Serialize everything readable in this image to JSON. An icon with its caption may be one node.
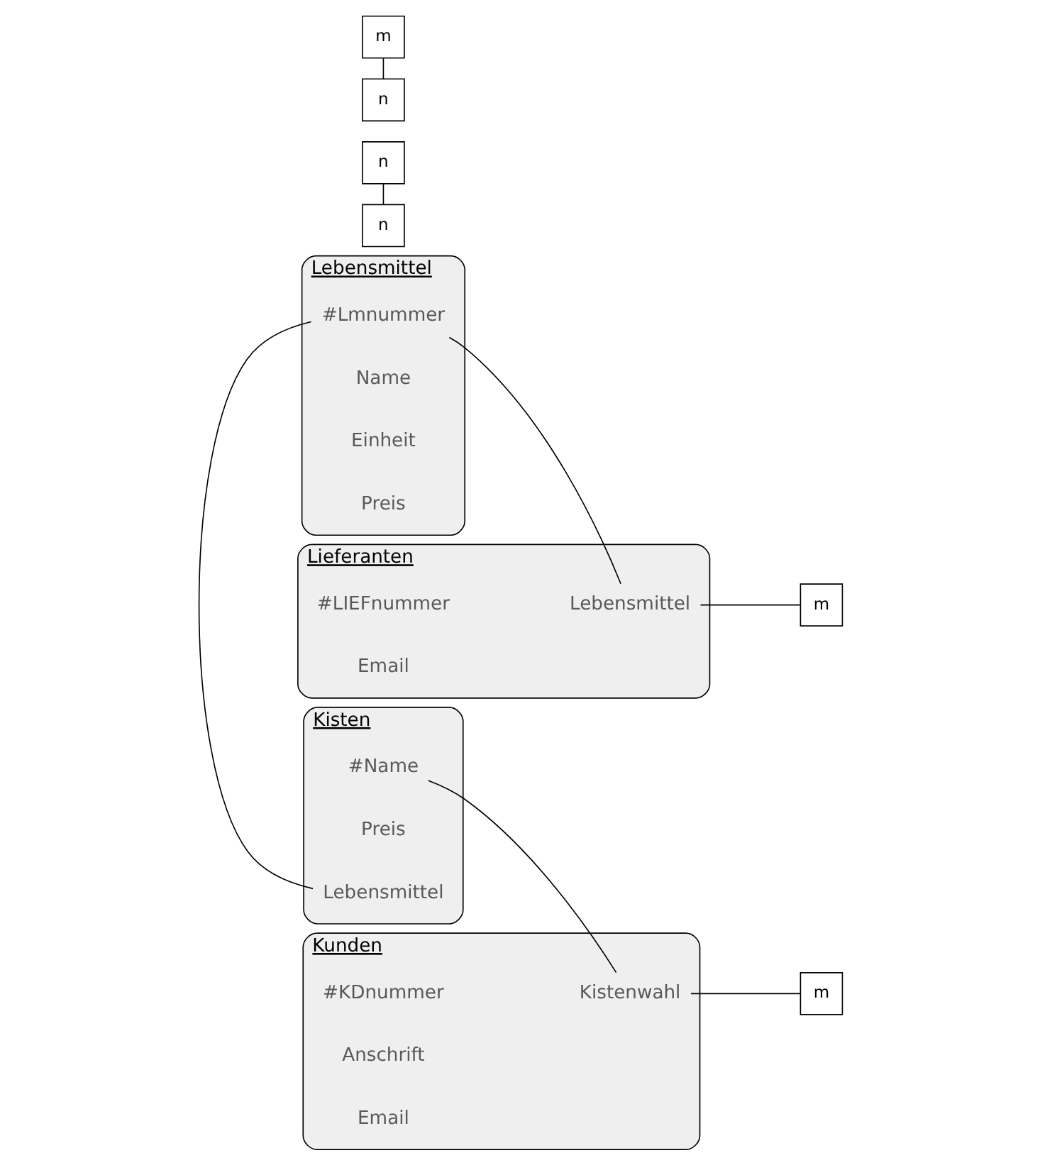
{
  "diagram": {
    "nodes": [
      {
        "text": [
          "Kisten"
        ]
      },
      {
        "text": [
          "#Name"
        ],
        "in": 0
      },
      {
        "text": [
          "Preis"
        ],
        "in": 0
      },
      {
        "text": [
          "Lebensmittel"
        ],
        "in": 0
      },
      {
        "text": [
          "Kunden"
        ]
      },
      {
        "text": [
          "#KDnummer"
        ],
        "in": 4
      },
      {
        "text": [
          "Anschrift"
        ],
        "in": 4
      },
      {
        "text": [
          "Email"
        ],
        "in": 4
      },
      {
        "text": [
          "Kistenwahl"
        ],
        "in": 4
      },
      {
        "text": [
          "Lebensmittel"
        ]
      },
      {
        "text": [
          "#Lmnummer"
        ],
        "in": 9
      },
      {
        "text": [
          "Name"
        ],
        "in": 9
      },
      {
        "text": [
          "Einheit"
        ],
        "in": 9
      },
      {
        "text": [
          "Preis"
        ],
        "in": 9
      },
      {
        "text": [
          "Lieferanten"
        ]
      },
      {
        "text": [
          "#LIEFnummer"
        ],
        "in": 14
      },
      {
        "text": [
          "Email"
        ],
        "in": 14
      },
      {
        "text": [
          "Lebensmittel"
        ],
        "in": 14
      },
      {
        "text": [
          "n"
        ]
      },
      {
        "text": [
          "n"
        ]
      },
      {
        "text": [
          "m"
        ]
      },
      {
        "text": [
          "m"
        ]
      },
      {
        "text": [
          "n"
        ]
      },
      {
        "text": [
          "m"
        ]
      }
    ],
    "edges": [
      {
        "from": 1,
        "to": 8,
        "arrow": "none"
      },
      {
        "from": 3,
        "to": 10,
        "arrow": "none"
      },
      {
        "from": 10,
        "to": 17,
        "arrow": "none"
      },
      {
        "from": 18,
        "to": 19,
        "arrow": "none"
      },
      {
        "from": 8,
        "to": 20,
        "arrow": "none"
      },
      {
        "from": 21,
        "to": 22,
        "arrow": "none"
      },
      {
        "from": 17,
        "to": 23,
        "arrow": "none"
      }
    ]
  }
}
